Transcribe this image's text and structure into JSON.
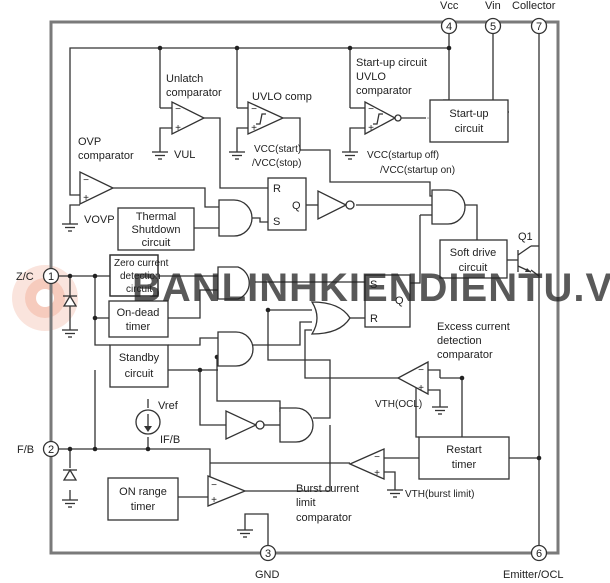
{
  "pins": {
    "vcc": {
      "number": "4",
      "name": "Vcc"
    },
    "vin": {
      "number": "5",
      "name": "Vin"
    },
    "collector": {
      "number": "7",
      "name": "Collector"
    },
    "zc": {
      "number": "1",
      "name": "Z/C"
    },
    "fb": {
      "number": "2",
      "name": "F/B"
    },
    "gnd": {
      "number": "3",
      "name": "GND"
    },
    "emitter": {
      "number": "6",
      "name": "Emitter/OCL"
    }
  },
  "blocks": {
    "startup_circuit": [
      "Start-up",
      "circuit"
    ],
    "thermal_shutdown": [
      "Thermal",
      "Shutdown",
      "circuit"
    ],
    "zero_current": [
      "Zero current",
      "detection",
      "circuit"
    ],
    "on_dead_timer": [
      "On-dead",
      "timer"
    ],
    "standby": [
      "Standby",
      "circuit"
    ],
    "soft_drive": [
      "Soft drive",
      "circuit"
    ],
    "restart_timer": [
      "Restart",
      "timer"
    ],
    "on_range_timer": [
      "ON range",
      "timer"
    ]
  },
  "labels": {
    "unlatch": [
      "Unlatch",
      "comparator"
    ],
    "uvlo": "UVLO comp",
    "startup_uvlo": [
      "Start-up circuit",
      "UVLO",
      "comparator"
    ],
    "ovp": [
      "OVP",
      "comparator"
    ],
    "excess_current": [
      "Excess current",
      "detection",
      "comparator"
    ],
    "burst_limit": [
      "Burst current",
      "limit",
      "comparator"
    ],
    "q1": "Q1",
    "vul": "VUL",
    "vcc_start": "VCC(start)",
    "vcc_stop": "/VCC(stop)",
    "vcc_startup_off": "VCC(startup off)",
    "vcc_startup_on": "/VCC(startup on)",
    "vovp": "VOVP",
    "vref": "Vref",
    "ifb": "IF/B",
    "vth_ocl": "VTH(OCL)",
    "vth_burst": "VTH(burst limit)",
    "latch1": {
      "r": "R",
      "s": "S",
      "q": "Q"
    },
    "latch2": {
      "s": "S",
      "q": "Q",
      "r": "R"
    }
  },
  "watermark": "BANLINHKIENDIENTU.VN"
}
